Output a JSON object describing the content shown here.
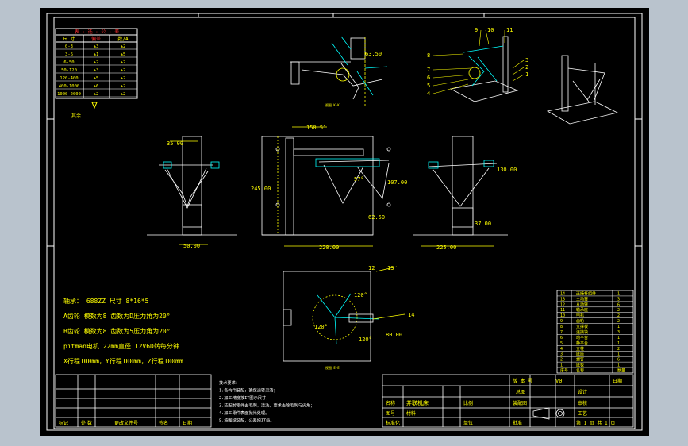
{
  "colors": {
    "background": "#b9c3cd",
    "canvas": "#000000",
    "frame": "#ffffff",
    "text": "#ffff00",
    "dim": "#00ff00",
    "part": "#00ffff",
    "red": "#ff3030"
  },
  "table_top": {
    "title": "表 · 选 · 公 · 差",
    "header": [
      "尺 寸",
      "偏差",
      "数/A"
    ],
    "rows": [
      [
        "0-3",
        "±3",
        "±2"
      ],
      [
        "3-6",
        "±1",
        "±5"
      ],
      [
        "6-50",
        "±2",
        "±2"
      ],
      [
        "50-120",
        "±3",
        "±2"
      ],
      [
        "120-400",
        "±5",
        "±2"
      ],
      [
        "400-1000",
        "±6",
        "±2"
      ],
      [
        "1000-2000",
        "±2",
        "±2"
      ]
    ],
    "note": "其余"
  },
  "dims": {
    "d_63_50": "63.50",
    "d_35": "35.00",
    "d_150": "150.51",
    "d_245": "245.00",
    "d_107": "107.00",
    "d_57": "57°",
    "d_62_50": "62.50",
    "d_130": "130.00",
    "d_37": "37.00",
    "d_50": "50.00",
    "d_220": "220.00",
    "d_225": "225.00",
    "d_120a": "120°",
    "d_120b": "120°",
    "d_120c": "120°",
    "d_80": "80.00"
  },
  "view_labels": {
    "k_view": "视图 K-K",
    "l_view": "视图 E-E"
  },
  "balloons": [
    "1",
    "2",
    "3",
    "4",
    "5",
    "6",
    "7",
    "8",
    "9",
    "10",
    "11"
  ],
  "balloons2": [
    "12",
    "13",
    "14"
  ],
  "spec_lines": [
    "轴承：   688ZZ   尺寸  8*16*5",
    "A齿轮  模数为8  齿数为D压力角为20°",
    "B齿轮  模数为8  齿数为5压力角为20°",
    "pitman电机 22mm直径  12V6D转每分钟",
    "X行程100mm，Y行程100mm，Z行程100mm"
  ],
  "tech_notes": [
    "技术要求：",
    "1.各构件装配，确保运转灵活；",
    "2.加工精度按IT图示尺寸；",
    "3.装配前零件去毛刺，清洗，要求去除毛刺与尖角；",
    "4.加工零件表面抛光处理。",
    "5.按图纸装配，公差按IT级。"
  ],
  "bom": {
    "rows": [
      [
        "14",
        "连接杆组件",
        "1"
      ],
      [
        "13",
        "主动臂",
        "3"
      ],
      [
        "12",
        "从动臂",
        "6"
      ],
      [
        "11",
        "轴承座",
        "2"
      ],
      [
        "10",
        "电机",
        "2"
      ],
      [
        "9",
        "齿轮",
        "2"
      ],
      [
        "8",
        "支撑板",
        "1"
      ],
      [
        "7",
        "连接块",
        "3"
      ],
      [
        "6",
        "动平台",
        "1"
      ],
      [
        "5",
        "静平台",
        "1"
      ],
      [
        "4",
        "立柱",
        "2"
      ],
      [
        "3",
        "底座",
        "1"
      ],
      [
        "2",
        "螺钉",
        "6"
      ],
      [
        "1",
        "底板",
        "1"
      ]
    ],
    "header": [
      "序号",
      "名称",
      "数量"
    ]
  },
  "title_block": {
    "revision": "版 本 号",
    "revision_val": "V0",
    "design": "设计",
    "date": "日期",
    "product": "并联机床",
    "material": "材料",
    "scale": "比例",
    "drawing": "装配图",
    "sheet": "第 1 页  共 1 页",
    "check": "审核",
    "std": "标准化",
    "approve": "批准",
    "process": "工艺",
    "unit": "单位",
    "name_label": "名称",
    "cd": "图号",
    "total": "总图"
  },
  "revision_block": {
    "labels": [
      "标记",
      "处",
      "数",
      "更改文件号",
      "签名",
      "日期"
    ]
  }
}
